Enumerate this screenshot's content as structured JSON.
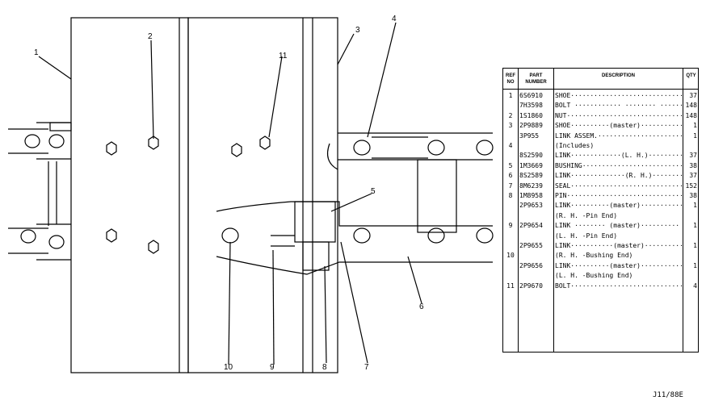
{
  "callouts": [
    "1",
    "2",
    "3",
    "4",
    "5",
    "6",
    "7",
    "8",
    "9",
    "10",
    "11"
  ],
  "table": {
    "headers": {
      "ref": "REF NO",
      "part": "PART NUMBER",
      "desc": "DESCRIPTION",
      "qty": "QTY"
    },
    "rows": [
      {
        "ref": "1",
        "pn": "6S6910",
        "desc": "SHOE·······································",
        "qty": "37"
      },
      {
        "ref": "",
        "pn": "7H3598",
        "desc": "BOLT ············ ········ ·······",
        "qty": "148"
      },
      {
        "ref": "2",
        "pn": "1S1860",
        "desc": "NUT········································",
        "qty": "148"
      },
      {
        "ref": "3",
        "pn": "2P9889",
        "desc": "SHOE··········(master)················",
        "qty": "1"
      },
      {
        "ref": "",
        "pn": "3P955",
        "desc": "LINK ASSEM.··································",
        "qty": "1"
      },
      {
        "ref": "4",
        "pn": "",
        "desc": "(Includes)",
        "qty": ""
      },
      {
        "ref": "",
        "pn": "8S2590",
        "desc": "LINK·············(L. H.)···············",
        "qty": "37"
      },
      {
        "ref": "5",
        "pn": "1M3669",
        "desc": "BUSHING·································",
        "qty": "38"
      },
      {
        "ref": "6",
        "pn": "8S2589",
        "desc": "LINK··············(R. H.)··············",
        "qty": "37"
      },
      {
        "ref": "7",
        "pn": "8M6239",
        "desc": "SEAL······································",
        "qty": "152"
      },
      {
        "ref": "8",
        "pn": "1M8958",
        "desc": "PIN········································",
        "qty": "38"
      },
      {
        "ref": "",
        "pn": "2P9653",
        "desc": "LINK··········(master)··············",
        "qty": "1"
      },
      {
        "ref": "",
        "pn": "",
        "desc": "(R. H. -Pin End)",
        "qty": ""
      },
      {
        "ref": "9",
        "pn": "2P9654",
        "desc": "LINK ········ (master)··········",
        "qty": "1"
      },
      {
        "ref": "",
        "pn": "",
        "desc": "(L. H. -Pin End)",
        "qty": ""
      },
      {
        "ref": "",
        "pn": "2P9655",
        "desc": "LINK···········(master)··············",
        "qty": "1"
      },
      {
        "ref": "10",
        "pn": "",
        "desc": "(R. H. -Bushing End)",
        "qty": ""
      },
      {
        "ref": "",
        "pn": "2P9656",
        "desc": "LINK··········(master)··············",
        "qty": "1"
      },
      {
        "ref": "",
        "pn": "",
        "desc": "(L. H. -Bushing End)",
        "qty": ""
      },
      {
        "ref": "11",
        "pn": "2P9670",
        "desc": "BOLT······································",
        "qty": "4"
      }
    ]
  },
  "footer": "J11/88E"
}
